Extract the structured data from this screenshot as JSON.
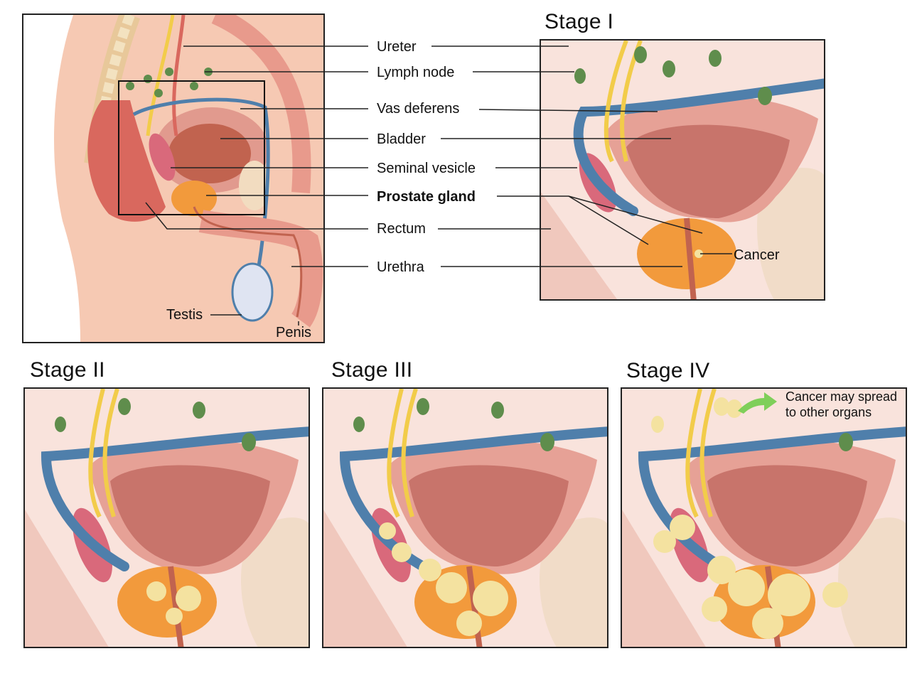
{
  "labels": {
    "ureter": "Ureter",
    "lymph_node": "Lymph node",
    "vas_deferens": "Vas deferens",
    "bladder": "Bladder",
    "seminal_vesicle": "Seminal vesicle",
    "prostate_gland": "Prostate gland",
    "rectum": "Rectum",
    "urethra": "Urethra",
    "testis": "Testis",
    "penis": "Penis",
    "cancer": "Cancer"
  },
  "stages": [
    {
      "title": "Stage I"
    },
    {
      "title": "Stage II"
    },
    {
      "title": "Stage III"
    },
    {
      "title": "Stage IV",
      "note_line1": "Cancer may spread",
      "note_line2": "to other organs"
    }
  ],
  "colors": {
    "skin": "#f6c9b3",
    "tissue": "#f3cdc3",
    "bladder": "#c9706a",
    "prostate": "#f29a3c",
    "vas": "#4f7fab",
    "ureter": "#f2cc4a",
    "lymph": "#5f8d4c",
    "vesicle": "#d9697b",
    "tumor": "#f4e2a0",
    "arrow": "#7fcf5a"
  }
}
